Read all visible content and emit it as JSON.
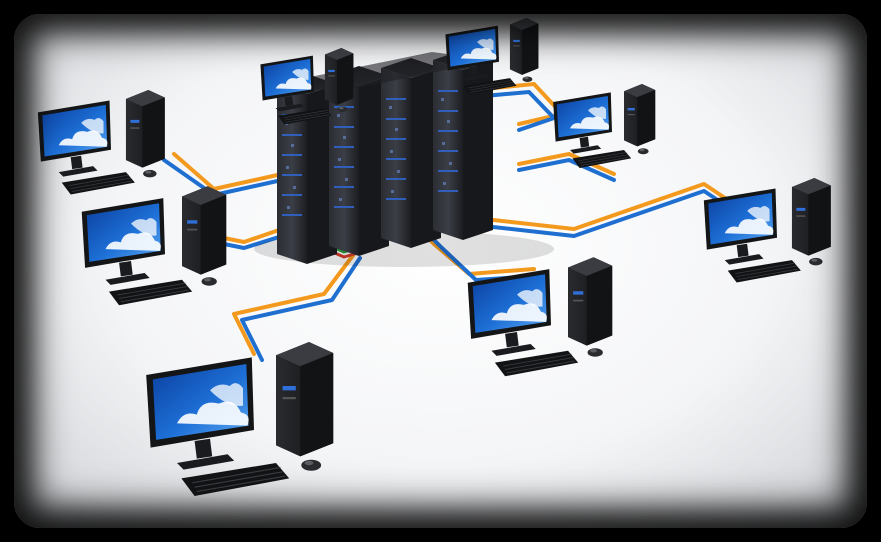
{
  "image": {
    "subject": "network-topology",
    "colors": {
      "frame": "#000000",
      "background": "#f4f5f7",
      "cable_orange": "#f39a1e",
      "cable_blue": "#1f6fd1",
      "cable_green": "#2e9b3a",
      "cable_red": "#d23a2a",
      "screen_sky": "#1d6fd6",
      "cloud": "#ffffff",
      "hardware": "#1b1c1f"
    },
    "icons": [
      "server-rack-icon",
      "workstation-icon"
    ],
    "workstation_count": 8,
    "server_rack_count": 4
  }
}
